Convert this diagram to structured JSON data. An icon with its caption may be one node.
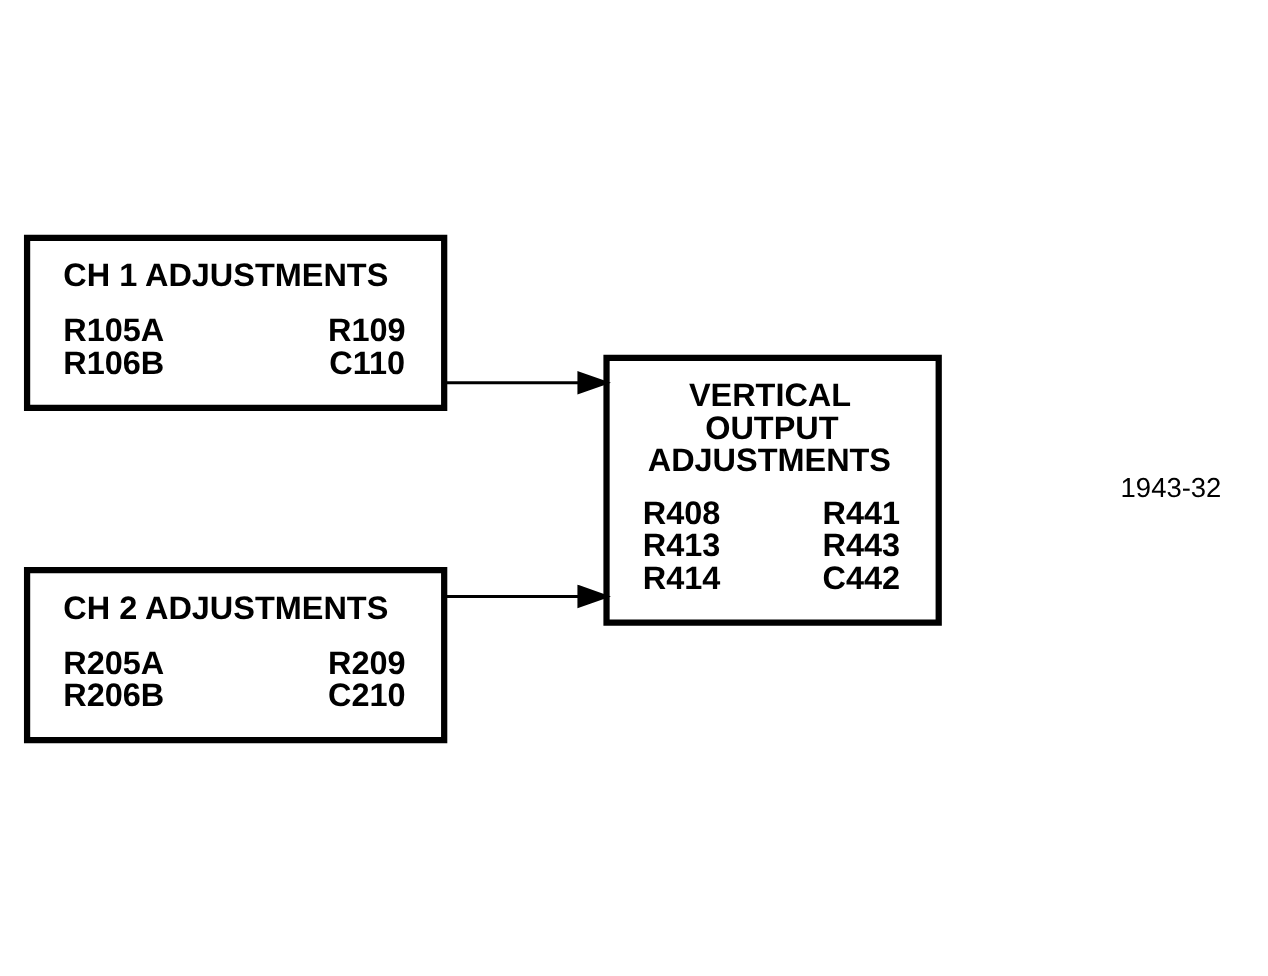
{
  "diagram": {
    "nodes": [
      {
        "text": [
          "CH 1 ADJUSTMENTS",
          "R105A R106B",
          "R109 C110"
        ]
      },
      {
        "text": [
          "CH 2 ADJUSTMENTS",
          "R205A R206B",
          "R209 C210"
        ]
      },
      {
        "text": [
          "VERTICAL OUTPUT ADJUSTMENTS",
          "R408 R413 R414",
          "R441 R443 C442"
        ]
      }
    ],
    "edges": [
      {
        "from": 0,
        "to": 2,
        "arrow": "to"
      },
      {
        "from": 1,
        "to": 2,
        "arrow": "to"
      }
    ],
    "labels": [
      "1943-32"
    ]
  }
}
